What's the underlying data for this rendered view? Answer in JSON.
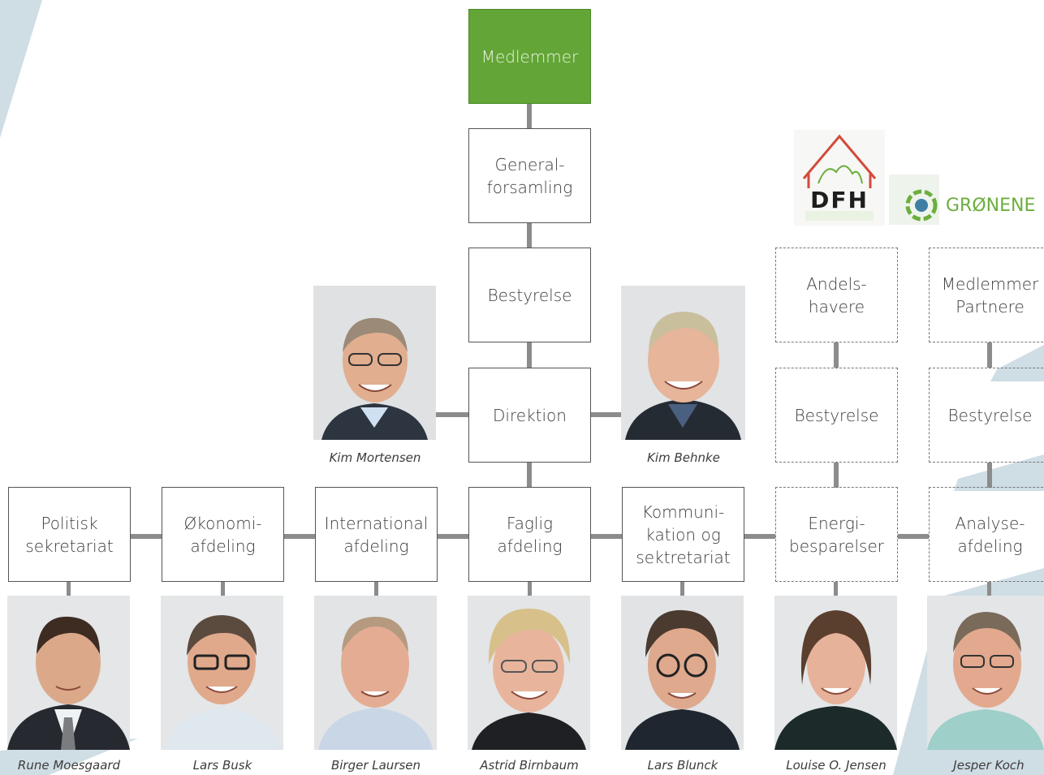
{
  "colors": {
    "green": "#63a536",
    "connector": "#8c8c8c",
    "deco": "#cfdde4",
    "logo_red": "#d24b3c",
    "logo_green": "#6cae3e"
  },
  "boxes": {
    "medlemmer": "Medlemmer",
    "generalforsamling": "General-\nforsamling",
    "bestyrelse": "Bestyrelse",
    "direktion": "Direktion",
    "politisk": "Politisk\nsekretariat",
    "okonomi": "Økonomi-\nafdeling",
    "international": "International\nafdeling",
    "faglig": "Faglig\nafdeling",
    "kommunikation": "Kommuni-\nkation og\nsektretariat",
    "andelshavere": "Andels-\nhavere",
    "dfh_bestyrelse": "Bestyrelse",
    "energibesparelser": "Energi-\nbesparelser",
    "medlemmer_partnere": "Medlemmer\nPartnere",
    "ge_bestyrelse": "Bestyrelse",
    "analyseafdeling": "Analyse-\nafdeling"
  },
  "people": {
    "kim_mortensen": "Kim Mortensen",
    "kim_behnke": "Kim Behnke",
    "rune": "Rune Moesgaard",
    "lars_busk": "Lars Busk",
    "birger": "Birger Laursen",
    "astrid": "Astrid Birnbaum",
    "lars_blunck": "Lars Blunck",
    "louise": "Louise O. Jensen",
    "jesper": "Jesper Koch"
  },
  "logos": {
    "dfh": "DFH",
    "gron_energi": "GRØNENE"
  }
}
